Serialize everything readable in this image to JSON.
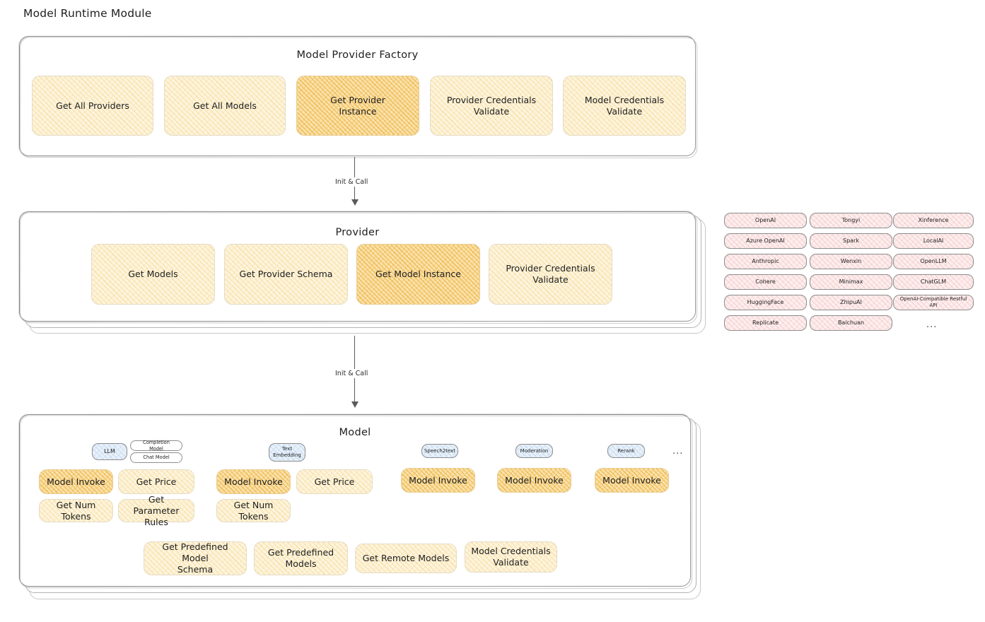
{
  "diagram": {
    "title": "Model Runtime Module"
  },
  "sections": {
    "factory": {
      "title": "Model Provider Factory",
      "nodes": [
        {
          "label": "Get All Providers",
          "highlight": false
        },
        {
          "label": "Get All Models",
          "highlight": false
        },
        {
          "label": "Get Provider\nInstance",
          "highlight": true
        },
        {
          "label": "Provider Credentials\nValidate",
          "highlight": false
        },
        {
          "label": "Model Credentials\nValidate",
          "highlight": false
        }
      ]
    },
    "provider": {
      "title": "Provider",
      "nodes": [
        {
          "label": "Get Models",
          "highlight": false
        },
        {
          "label": "Get Provider Schema",
          "highlight": false
        },
        {
          "label": "Get Model Instance",
          "highlight": true
        },
        {
          "label": "Provider Credentials\nValidate",
          "highlight": false
        }
      ]
    },
    "model": {
      "title": "Model",
      "ellipsis": "...",
      "types": [
        {
          "name": "LLM",
          "subtypes": [
            "Completion Model",
            "Chat Model"
          ],
          "methods": [
            {
              "label": "Model Invoke",
              "highlight": true
            },
            {
              "label": "Get Price",
              "highlight": false
            },
            {
              "label": "Get Num Tokens",
              "highlight": false
            },
            {
              "label": "Get Parameter\nRules",
              "highlight": false
            }
          ]
        },
        {
          "name": "Text\nEmbedding",
          "subtypes": [],
          "methods": [
            {
              "label": "Model Invoke",
              "highlight": true
            },
            {
              "label": "Get Price",
              "highlight": false
            },
            {
              "label": "Get Num Tokens",
              "highlight": false
            }
          ]
        },
        {
          "name": "Speech2text",
          "subtypes": [],
          "methods": [
            {
              "label": "Model Invoke",
              "highlight": true
            }
          ]
        },
        {
          "name": "Moderation",
          "subtypes": [],
          "methods": [
            {
              "label": "Model Invoke",
              "highlight": true
            }
          ]
        },
        {
          "name": "Rerank",
          "subtypes": [],
          "methods": [
            {
              "label": "Model Invoke",
              "highlight": true
            }
          ]
        }
      ],
      "shared_methods": [
        {
          "label": "Get Predefined Model\nSchema"
        },
        {
          "label": "Get Predefined\nModels"
        },
        {
          "label": "Get Remote Models"
        },
        {
          "label": "Model Credentials\nValidate"
        }
      ]
    }
  },
  "arrows": [
    {
      "label": "Init & Call"
    },
    {
      "label": "Init & Call"
    }
  ],
  "provider_list": {
    "ellipsis": "...",
    "columns": [
      {
        "items": [
          "OpenAI",
          "Azure OpenAI",
          "Anthropic",
          "Cohere",
          "HuggingFace",
          "Replicate"
        ]
      },
      {
        "items": [
          "Tongyi",
          "Spark",
          "Wenxin",
          "Minimax",
          "ZhipuAI",
          "Baichuan"
        ]
      },
      {
        "items": [
          "Xinference",
          "LocalAI",
          "OpenLLM",
          "ChatGLM",
          "OpenAI-Compatible Restful API"
        ]
      }
    ]
  },
  "colors": {
    "highlight_fill": "#fbe2ad",
    "node_fill": "#fdf4de",
    "provider_chip_fill": "#fdeeee",
    "model_type_chip_fill": "#e8f1fa",
    "stroke": "#868686"
  }
}
